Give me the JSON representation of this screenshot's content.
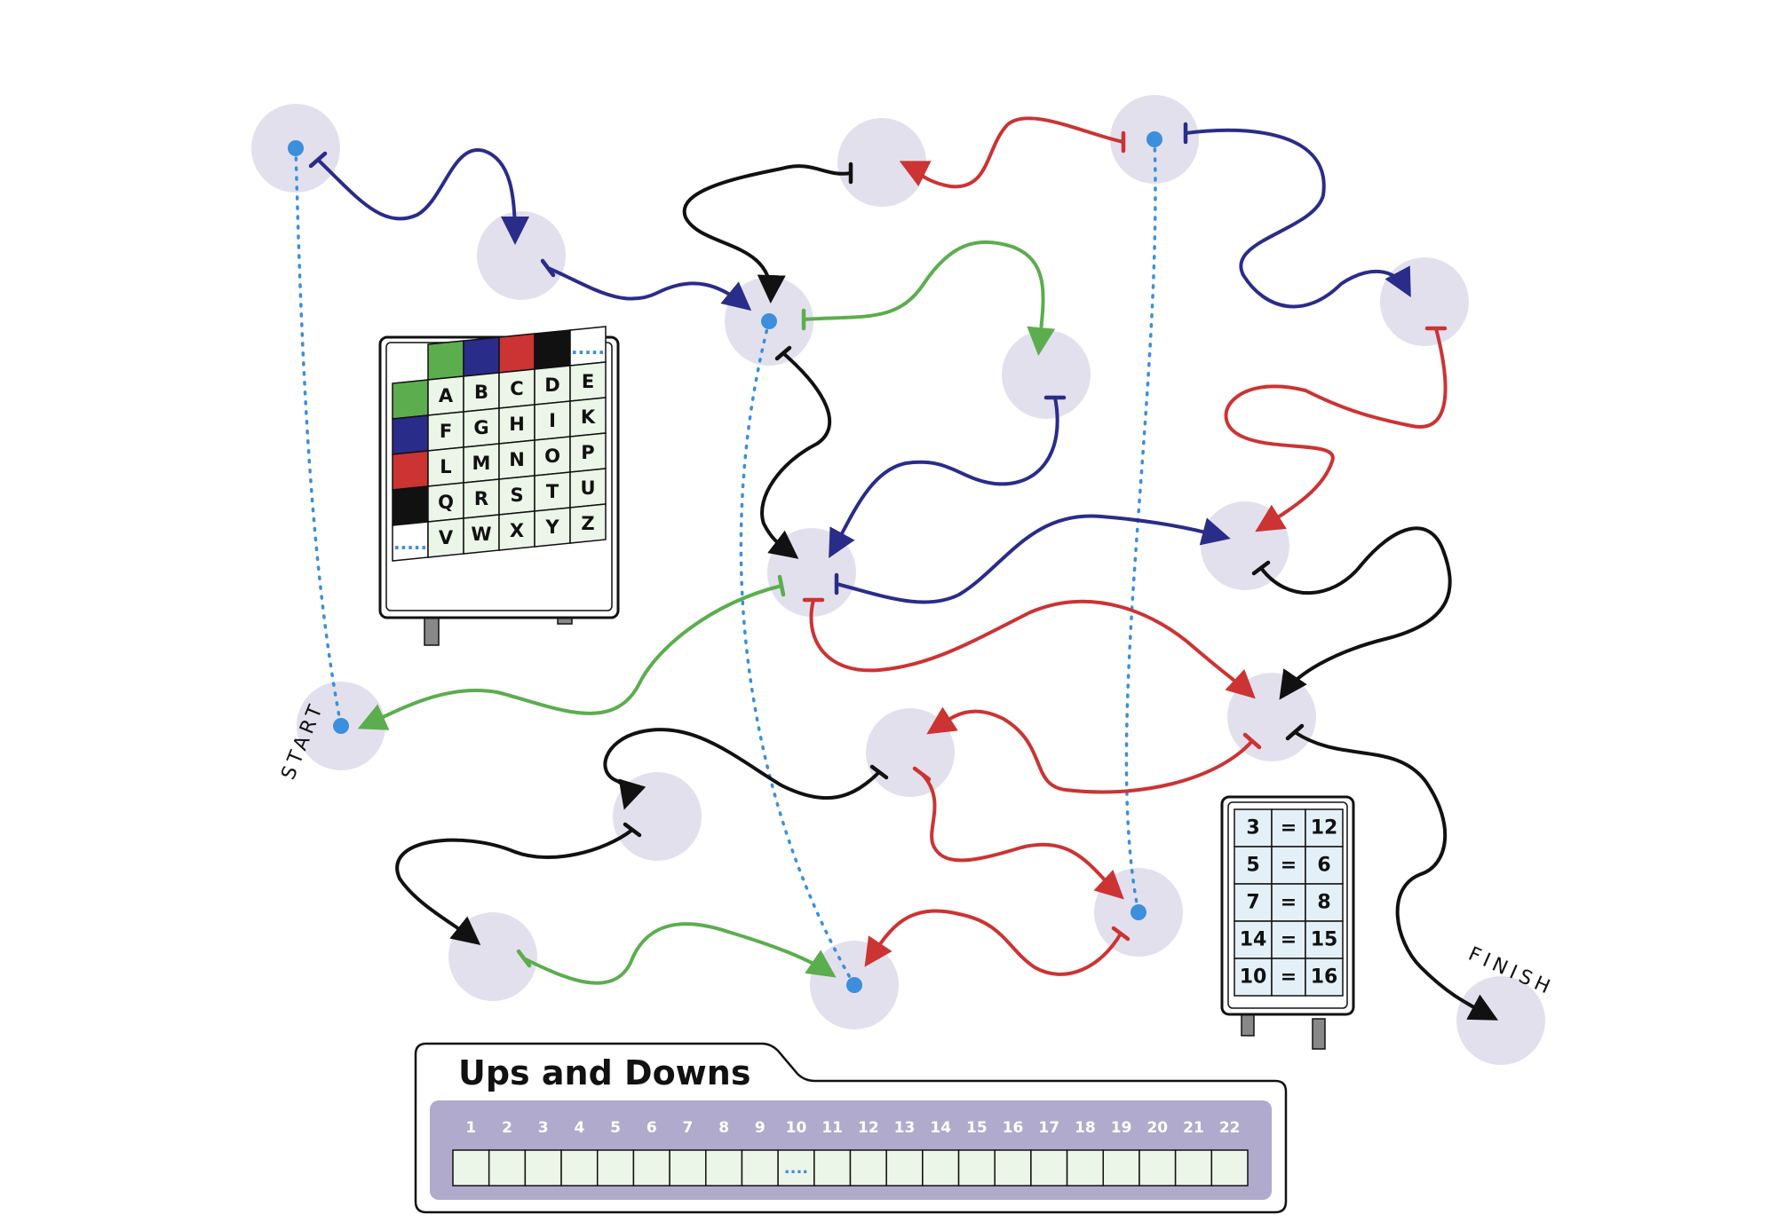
{
  "colors": {
    "blue": "#2a2c8a",
    "red": "#cc3333",
    "green": "#5cad4e",
    "black": "#111111",
    "node": "#e3e0ee",
    "marker": "#3b8fdc"
  },
  "labels": {
    "start": "START",
    "finish": "FINISH"
  },
  "key_grid": {
    "header_colors": [
      "green",
      "blue",
      "red",
      "black"
    ],
    "row_colors": [
      "green",
      "blue",
      "red",
      "black"
    ],
    "rows": [
      [
        "A",
        "B",
        "C",
        "D",
        "E"
      ],
      [
        "F",
        "G",
        "H",
        "I",
        "K"
      ],
      [
        "L",
        "M",
        "N",
        "O",
        "P"
      ],
      [
        "Q",
        "R",
        "S",
        "T",
        "U"
      ],
      [
        "V",
        "W",
        "X",
        "Y",
        "Z"
      ]
    ],
    "blank_marker": "....."
  },
  "number_board": {
    "rows": [
      [
        "3",
        "=",
        "12"
      ],
      [
        "5",
        "=",
        "6"
      ],
      [
        "7",
        "=",
        "8"
      ],
      [
        "14",
        "=",
        "15"
      ],
      [
        "10",
        "=",
        "16"
      ]
    ]
  },
  "answer_panel": {
    "title": "Ups and Downs",
    "slots": [
      "1",
      "2",
      "3",
      "4",
      "5",
      "6",
      "7",
      "8",
      "9",
      "10",
      "11",
      "12",
      "13",
      "14",
      "15",
      "16",
      "17",
      "18",
      "19",
      "20",
      "21",
      "22"
    ],
    "space_marker": "....",
    "space_after_slot": 10
  }
}
